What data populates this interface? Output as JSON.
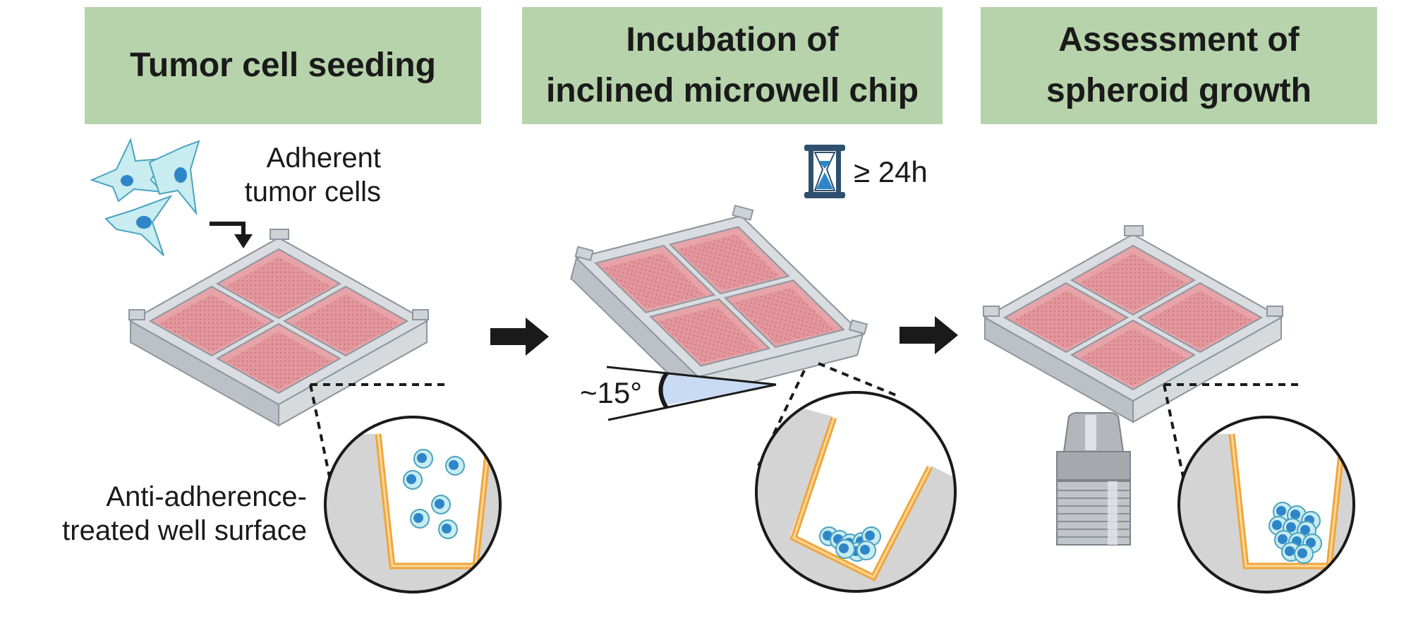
{
  "steps": [
    {
      "title_lines": [
        "Tumor cell seeding"
      ]
    },
    {
      "title_lines": [
        "Incubation of",
        "inclined microwell chip"
      ]
    },
    {
      "title_lines": [
        "Assessment of",
        "spheroid growth"
      ]
    }
  ],
  "labels": {
    "adherent_cells": [
      "Adherent",
      "tumor cells"
    ],
    "well_surface": [
      "Anti-adherence-",
      "treated well surface"
    ],
    "incubation_time": "≥ 24h",
    "tilt_angle": "~15°"
  },
  "colors": {
    "header_bg": "#b7d3ab",
    "well_pink": "#e8a0a5",
    "chip_gray": "#c9cdd2",
    "well_wall_orange": "#f0a63c",
    "cell_fill": "#c8ecef",
    "nucleus": "#2e86c8",
    "angle_fill": "#c9daf3",
    "hourglass": "#2f4f6f",
    "arrow": "#1a1a1a"
  },
  "icons": [
    "tumor-cell-icon",
    "hourglass-icon",
    "microscope-objective-icon",
    "process-arrow-icon"
  ]
}
